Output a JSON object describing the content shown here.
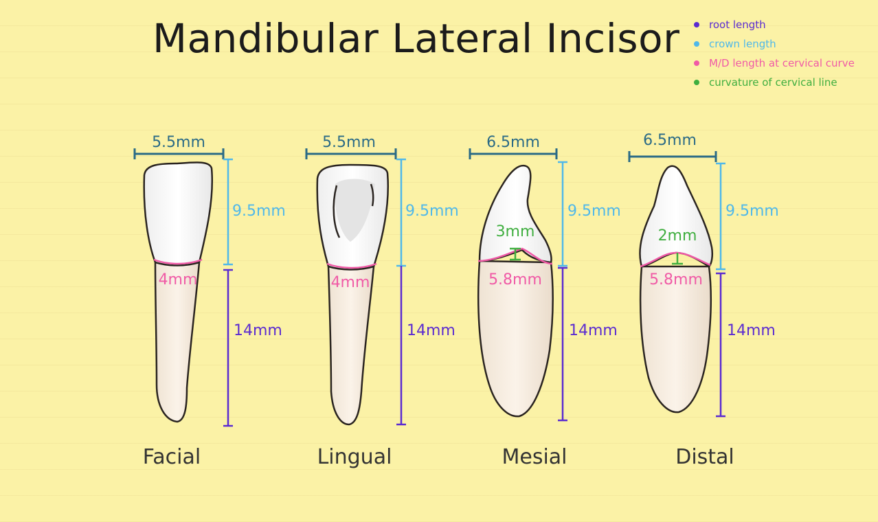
{
  "title": "Mandibular Lateral Incisor",
  "legend": [
    {
      "label": "root length",
      "color": "#5a2bd1"
    },
    {
      "label": "crown length",
      "color": "#4fb8ea"
    },
    {
      "label": "M/D length at cervical curve",
      "color": "#f05aa6"
    },
    {
      "label": "curvature of cervical line",
      "color": "#3fae3f"
    }
  ],
  "colors": {
    "width_line": "#2a6a86",
    "tooth_outline": "#2a2420",
    "background": "#fbf2a6"
  },
  "views": [
    {
      "name": "Facial",
      "crown_width": "5.5mm",
      "crown_length": "9.5mm",
      "root_length": "14mm",
      "cervical_width": "4mm",
      "cervical_curvature": ""
    },
    {
      "name": "Lingual",
      "crown_width": "5.5mm",
      "crown_length": "9.5mm",
      "root_length": "14mm",
      "cervical_width": "4mm",
      "cervical_curvature": ""
    },
    {
      "name": "Mesial",
      "crown_width": "6.5mm",
      "crown_length": "9.5mm",
      "root_length": "14mm",
      "cervical_width": "5.8mm",
      "cervical_curvature": "3mm"
    },
    {
      "name": "Distal",
      "crown_width": "6.5mm",
      "crown_length": "9.5mm",
      "root_length": "14mm",
      "cervical_width": "5.8mm",
      "cervical_curvature": "2mm"
    }
  ]
}
